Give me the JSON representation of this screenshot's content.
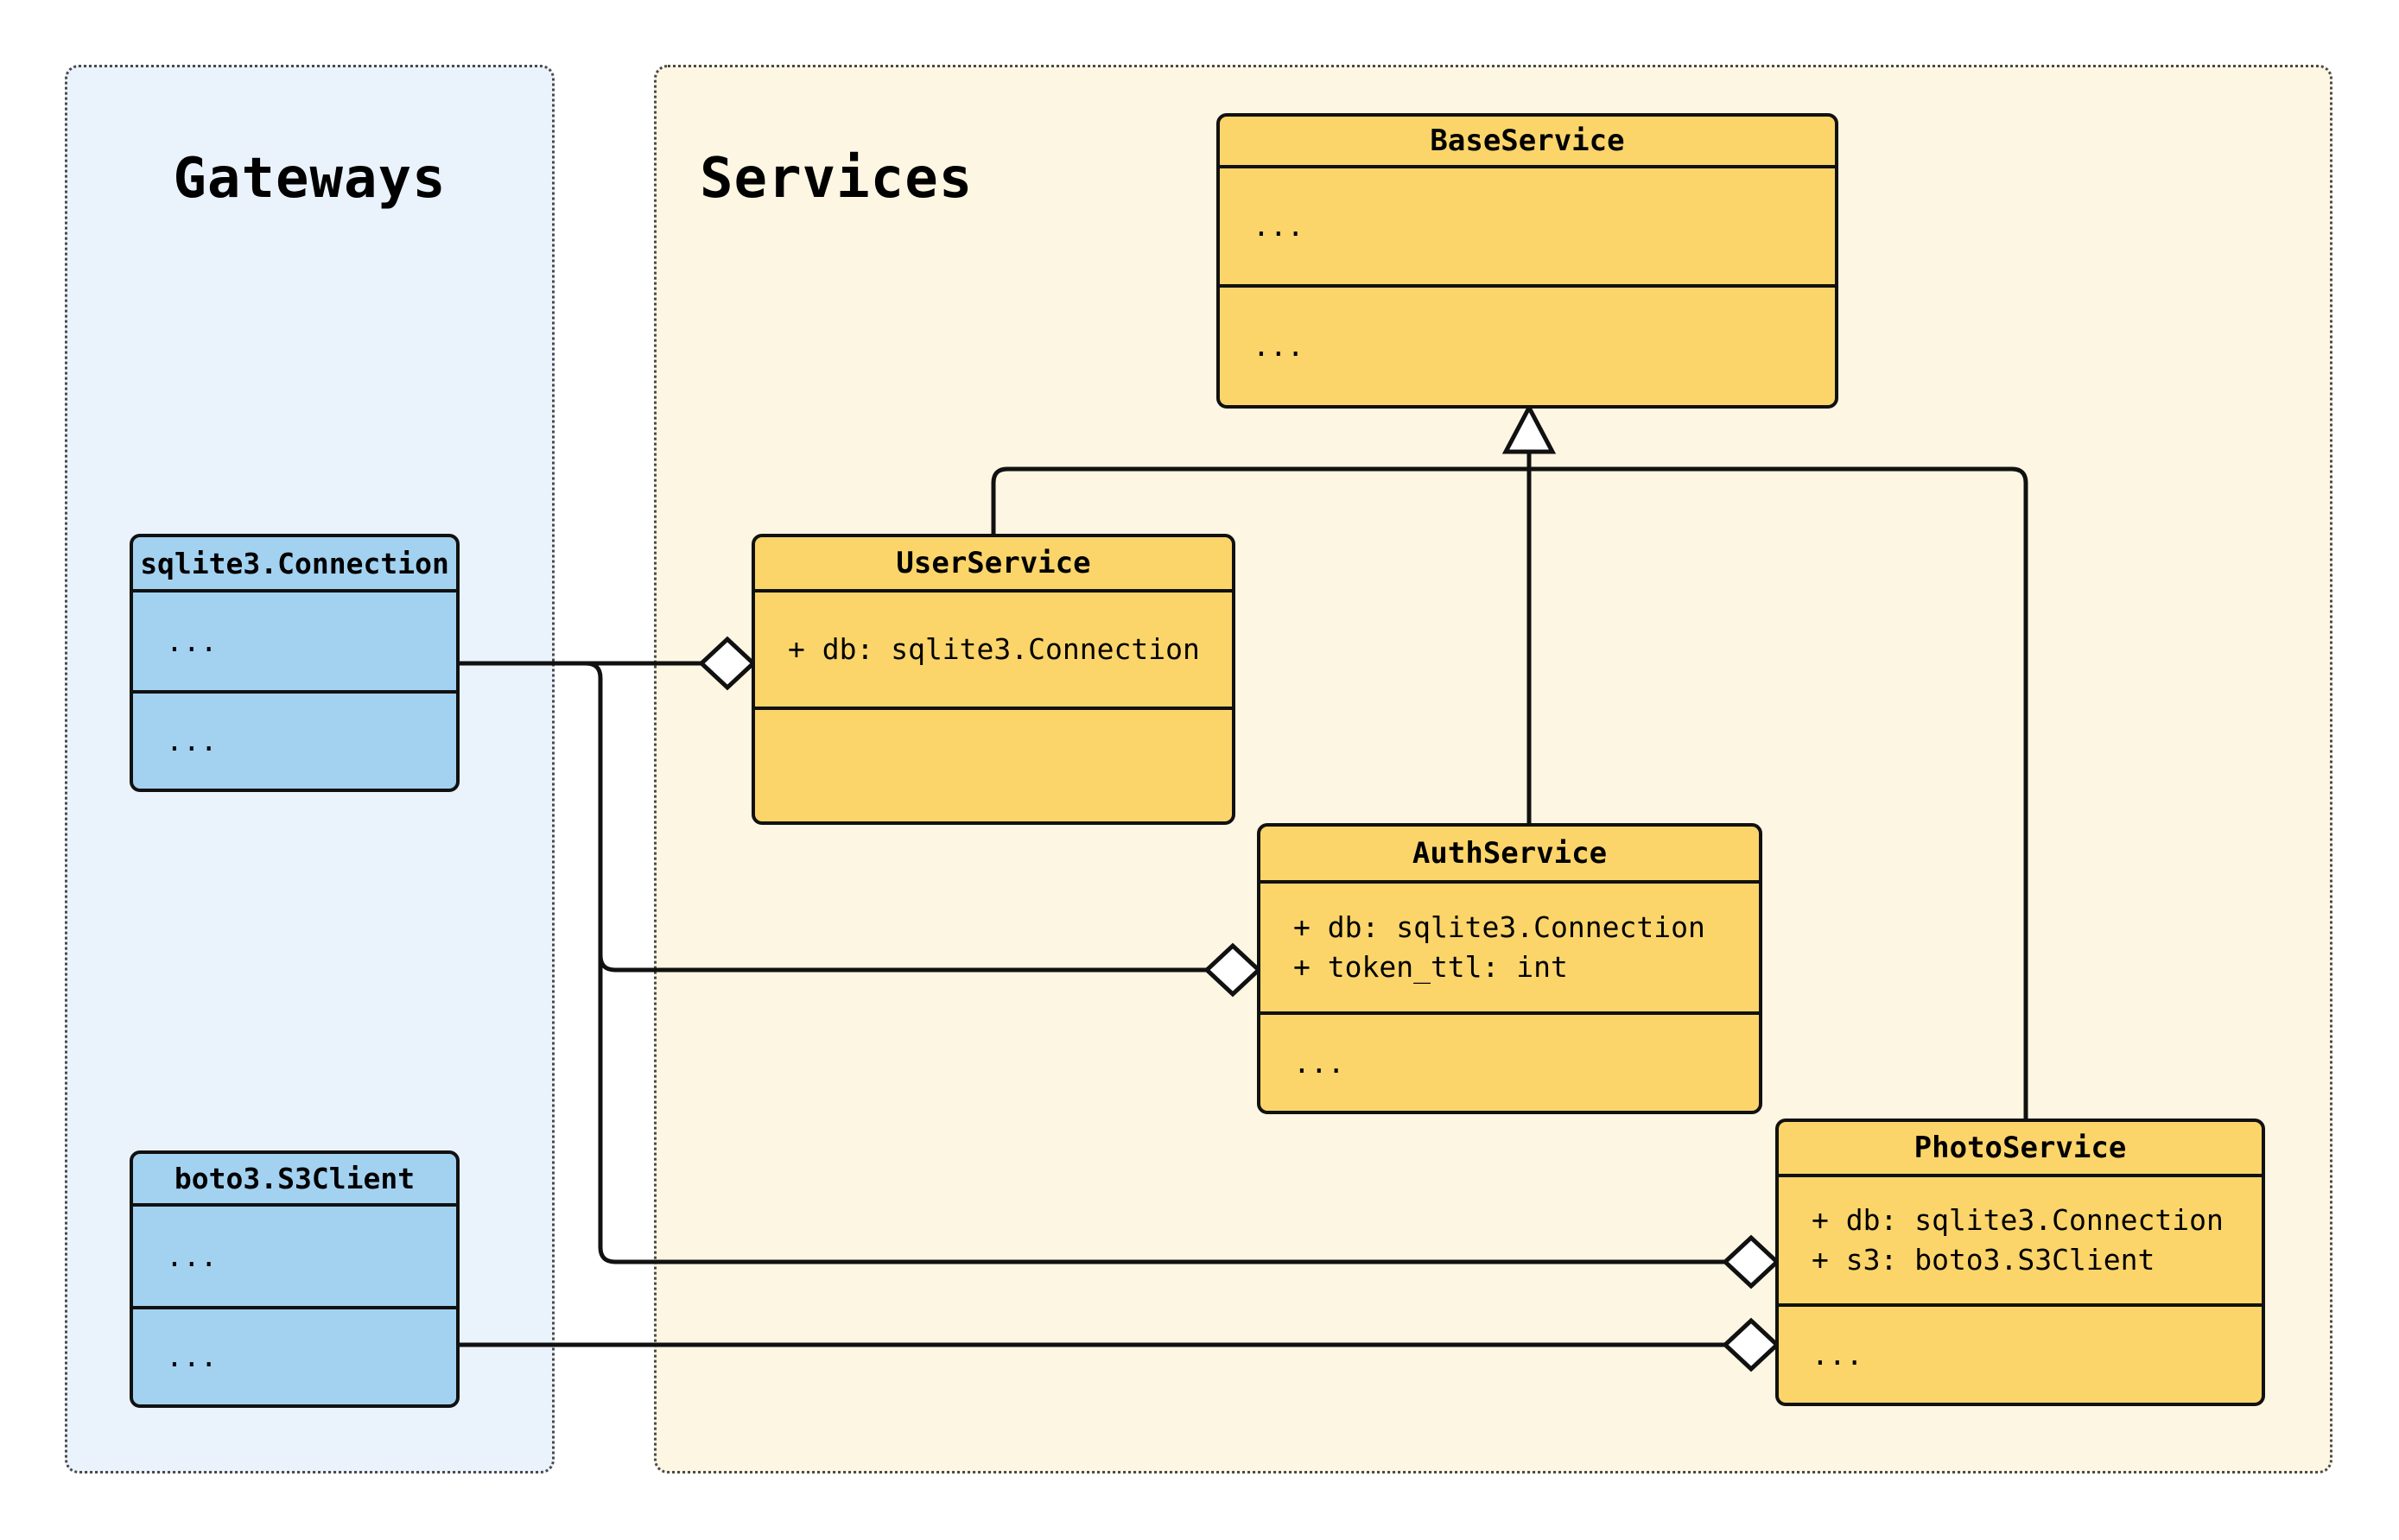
{
  "diagram": {
    "type": "uml-class-diagram",
    "panels": {
      "gateways": {
        "title": "Gateways"
      },
      "services": {
        "title": "Services"
      }
    },
    "classes": {
      "base": {
        "title": "BaseService",
        "attributes": [
          "..."
        ],
        "methods": [
          "..."
        ]
      },
      "user": {
        "title": "UserService",
        "attributes": [
          "+ db: sqlite3.Connection"
        ],
        "methods": []
      },
      "auth": {
        "title": "AuthService",
        "attributes": [
          "+ db: sqlite3.Connection",
          "+ token_ttl: int"
        ],
        "methods": [
          "..."
        ]
      },
      "photo": {
        "title": "PhotoService",
        "attributes": [
          "+ db: sqlite3.Connection",
          "+ s3: boto3.S3Client"
        ],
        "methods": [
          "..."
        ]
      },
      "sqlite": {
        "title": "sqlite3.Connection",
        "attributes": [
          "..."
        ],
        "methods": [
          "..."
        ]
      },
      "boto": {
        "title": "boto3.S3Client",
        "attributes": [
          "..."
        ],
        "methods": [
          "..."
        ]
      }
    },
    "relations": [
      {
        "type": "inheritance",
        "from": "UserService",
        "to": "BaseService"
      },
      {
        "type": "inheritance",
        "from": "AuthService",
        "to": "BaseService"
      },
      {
        "type": "inheritance",
        "from": "PhotoService",
        "to": "BaseService"
      },
      {
        "type": "aggregation",
        "from": "sqlite3.Connection",
        "to": "UserService.db"
      },
      {
        "type": "aggregation",
        "from": "sqlite3.Connection",
        "to": "AuthService.db"
      },
      {
        "type": "aggregation",
        "from": "sqlite3.Connection",
        "to": "PhotoService.db"
      },
      {
        "type": "aggregation",
        "from": "boto3.S3Client",
        "to": "PhotoService.s3"
      }
    ],
    "colors": {
      "service_fill": "#FBD56A",
      "gateway_fill": "#A3D2F1",
      "services_panel_bg": "#FDF6E2",
      "gateways_panel_bg": "#EAF2FB",
      "line": "#111111"
    }
  }
}
